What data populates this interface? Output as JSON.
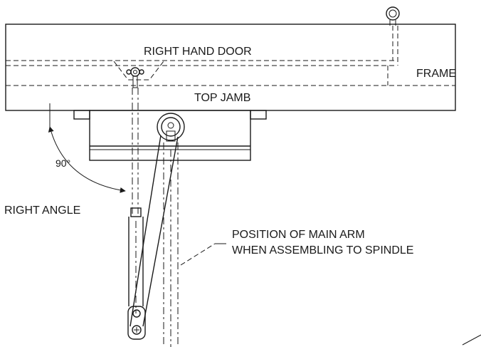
{
  "labels": {
    "right_hand_door": "RIGHT HAND DOOR",
    "frame": "FRAME",
    "top_jamb": "TOP JAMB",
    "angle_value": "90°",
    "right_angle": "RIGHT ANGLE",
    "main_arm_line1": "POSITION OF MAIN ARM",
    "main_arm_line2": "WHEN ASSEMBLING TO SPINDLE"
  }
}
